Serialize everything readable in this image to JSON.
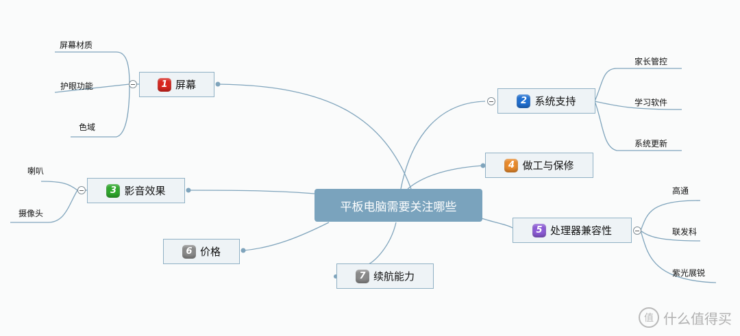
{
  "central": "平板电脑需要关注哪些",
  "colors": {
    "line": "#7fa4bc",
    "central_bg": "#7aa3bd",
    "node_bg": "#eef3f6",
    "node_border": "#8fb0c4",
    "badge_red": "#d8261f",
    "badge_blue": "#1f6fd1",
    "badge_green": "#2ea82c",
    "badge_orange": "#e98a2b",
    "badge_purple": "#8c5bd6",
    "badge_gray": "#8a8a8a"
  },
  "topics": [
    {
      "num": "1",
      "label": "屏幕",
      "leaves": [
        "屏幕材质",
        "护眼功能",
        "色域"
      ]
    },
    {
      "num": "2",
      "label": "系统支持",
      "leaves": [
        "家长管控",
        "学习软件",
        "系统更新"
      ]
    },
    {
      "num": "3",
      "label": "影音效果",
      "leaves": [
        "喇叭",
        "摄像头"
      ]
    },
    {
      "num": "4",
      "label": "做工与保修",
      "leaves": []
    },
    {
      "num": "5",
      "label": "处理器兼容性",
      "leaves": [
        "高通",
        "联发科",
        "紫光展锐"
      ]
    },
    {
      "num": "6",
      "label": "价格",
      "leaves": []
    },
    {
      "num": "7",
      "label": "续航能力",
      "leaves": []
    }
  ],
  "watermark": "什么值得买",
  "watermark_icon": "值"
}
